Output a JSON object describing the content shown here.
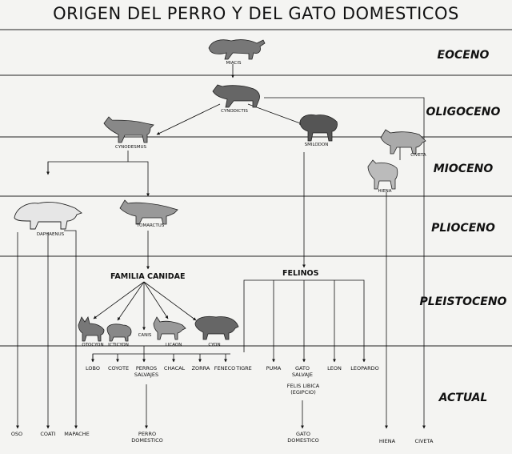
{
  "title": "ORIGEN DEL PERRO Y DEL GATO DOMESTICOS",
  "eras": [
    "EOCENO",
    "OLIGOCENO",
    "MIOCENO",
    "PLIOCENO",
    "PLEISTOCENO",
    "ACTUAL"
  ],
  "ancestors": {
    "miacis": "MIACIS",
    "cynodictis": "CYNODICTIS",
    "cynodesmus": "CYNODESMUS",
    "smilodon": "SMILODON",
    "civeta": "CIVETA",
    "hiena": "HIENA",
    "daphaenus": "DAPHAENUS",
    "tomarctus": "TOMARCTUS"
  },
  "families": {
    "canidae": "FAMILIA CANIDAE",
    "felinos": "FELINOS"
  },
  "canid_genera": [
    "OTOCYON",
    "ICTICYON",
    "CANIS",
    "LICAON",
    "CYON"
  ],
  "canid_species": [
    "LOBO",
    "COYOTE",
    "PERROS SALVAJES",
    "CHACAL",
    "ZORRA",
    "FENECO"
  ],
  "felid_species": [
    "TIGRE",
    "PUMA",
    "GATO SALVAJE",
    "LEON",
    "LEOPARDO"
  ],
  "felis_libica": "FELIS LIBICA (EGIPCIO)",
  "bottom": {
    "oso": "OSO",
    "coati": "COATI",
    "mapache": "MAPACHE",
    "perro": "PERRO DOMESTICO",
    "gato": "GATO DOMESTICO",
    "hiena": "HIENA",
    "civeta": "CIVETA"
  }
}
